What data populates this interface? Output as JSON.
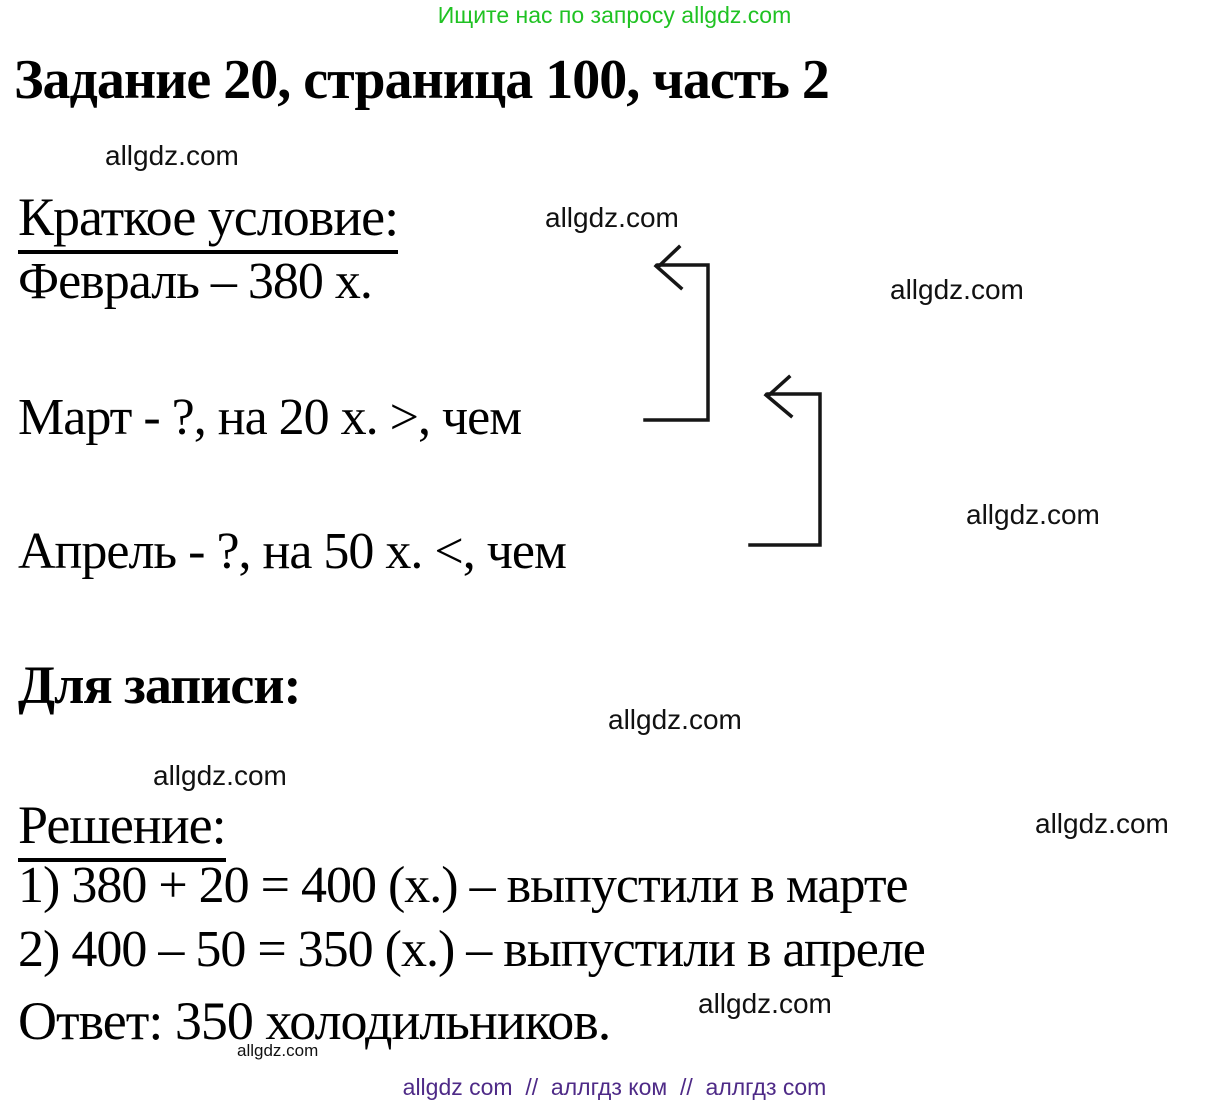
{
  "promo": {
    "text": "Ищите нас по запросу allgdz.com"
  },
  "title": {
    "text": "Задание 20, страница 100, часть 2"
  },
  "condition": {
    "heading": "Краткое условие:",
    "february": "Февраль – 380 х.",
    "march": "Март - ?, на 20 х. >, чем",
    "april": "Апрель - ?, на 50 х. <, чем"
  },
  "notes": {
    "heading": "Для записи:"
  },
  "solution": {
    "heading": "Решение:",
    "step1": "1) 380 + 20 = 400 (х.) – выпустили в марте",
    "step2": "2) 400 – 50 = 350 (х.) – выпустили в апреле",
    "answer": "Ответ: 350 холодильников."
  },
  "watermarks": [
    "allgdz.com",
    "allgdz.com",
    "allgdz.com",
    "allgdz.com",
    "allgdz.com",
    "allgdz.com",
    "allgdz.com",
    "allgdz.com",
    "allgdz.com"
  ],
  "footer": {
    "text": "allgdz com  //  аллгдз ком  //  аллгдз com"
  },
  "colors": {
    "promo_green": "#20c223",
    "footer_purple": "#4e2a87",
    "ink": "#000000",
    "background": "#ffffff"
  }
}
